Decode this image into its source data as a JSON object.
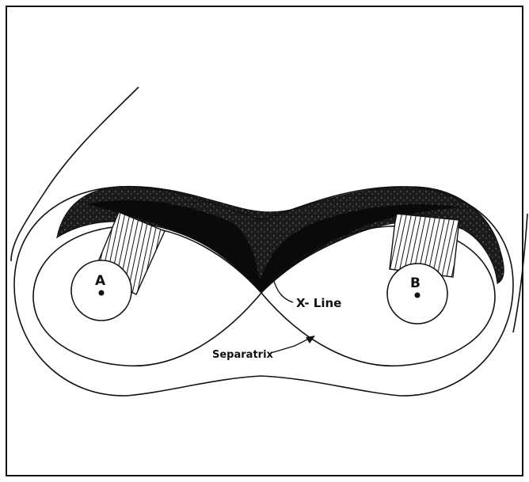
{
  "diagram": {
    "labels": {
      "a": "A",
      "b": "B",
      "x_line": "X- Line",
      "separatrix": "Separatrix"
    }
  }
}
